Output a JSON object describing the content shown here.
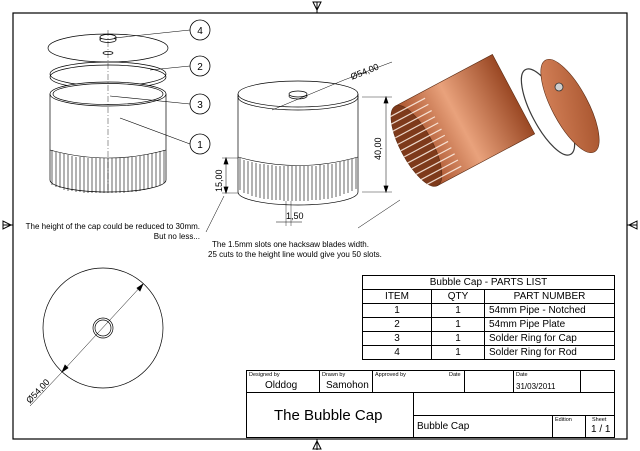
{
  "balloons": [
    "4",
    "2",
    "3",
    "1"
  ],
  "dimensions": {
    "top_diameter": "Ø54,00",
    "height": "40,00",
    "slot_depth": "15,00",
    "slot_width": "1,50",
    "plan_diameter": "Ø54,00"
  },
  "notes": {
    "cap_line1": "The height of the cap could be reduced to 30mm.",
    "cap_line2": "But no less...",
    "slots_line1": "The 1.5mm slots one hacksaw blades width.",
    "slots_line2": "25 cuts to the height line would give you 50 slots."
  },
  "parts_list": {
    "title": "Bubble Cap - PARTS LIST",
    "headers": [
      "ITEM",
      "QTY",
      "PART NUMBER"
    ],
    "rows": [
      [
        "1",
        "1",
        "54mm Pipe - Notched"
      ],
      [
        "2",
        "1",
        "54mm Pipe Plate"
      ],
      [
        "3",
        "1",
        "Solder Ring for Cap"
      ],
      [
        "4",
        "1",
        "Solder Ring for Rod"
      ]
    ]
  },
  "title_block": {
    "designed_by_label": "Designed by",
    "designed_by": "Olddog",
    "drawn_by_label": "Drawn by",
    "drawn_by": "Samohon",
    "approved_by_label": "Approved by",
    "date_label": "Date",
    "date_label2": "Date",
    "date": "31/03/2011",
    "title": "The Bubble Cap",
    "part": "Bubble Cap",
    "edition_label": "Edition",
    "sheet_label": "Sheet",
    "sheet": "1 / 1"
  },
  "colors": {
    "copper": "#c8693e",
    "copper_dark": "#8a3f1e",
    "line": "#000000"
  }
}
